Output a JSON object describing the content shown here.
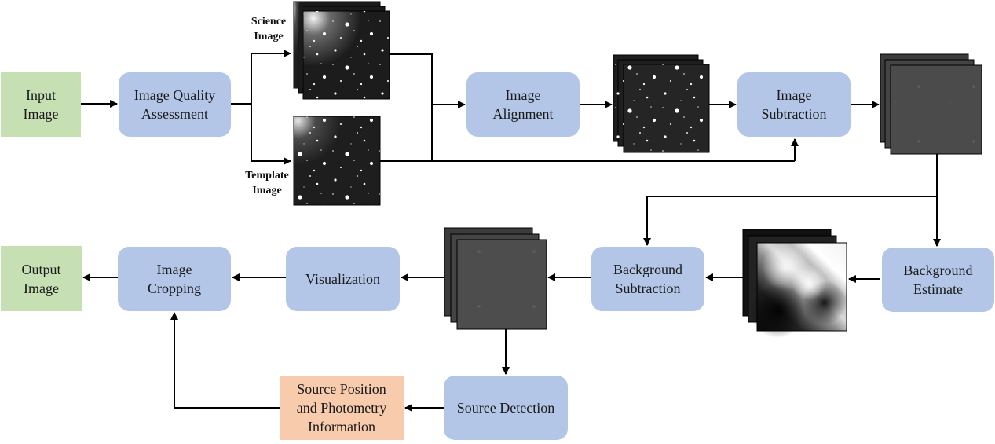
{
  "nodes": {
    "input_image": "Input\nImage",
    "image_quality_assessment": "Image Quality\nAssessment",
    "image_alignment": "Image\nAlignment",
    "image_subtraction": "Image\nSubtraction",
    "background_estimate": "Background\nEstimate",
    "background_subtraction": "Background\nSubtraction",
    "visualization": "Visualization",
    "image_cropping": "Image\nCropping",
    "output_image": "Output\nImage",
    "source_detection": "Source Detection",
    "source_info": "Source Position\nand Photometry\nInformation"
  },
  "captions": {
    "science_image": "Science\nImage",
    "template_image": "Template\nImage"
  },
  "colors": {
    "process_fill": "#b4c6e7",
    "io_fill": "#c6e0b4",
    "info_fill": "#f8cbad",
    "arrow": "#000000"
  }
}
